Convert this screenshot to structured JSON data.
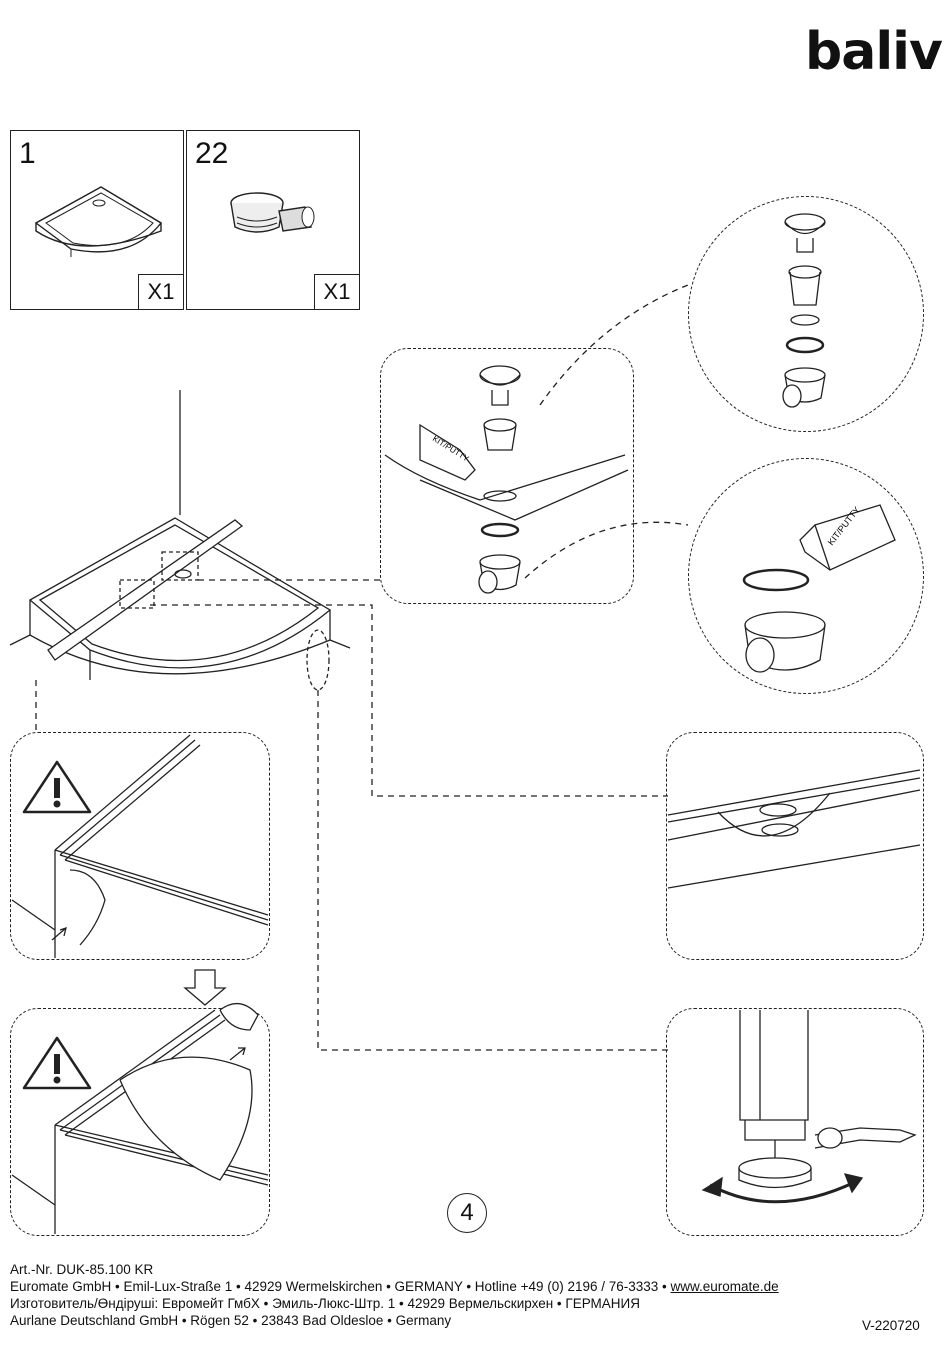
{
  "brand": {
    "logo": "baliv"
  },
  "parts": [
    {
      "number": "1",
      "quantity": "X1",
      "icon": "shower-tray-icon"
    },
    {
      "number": "22",
      "quantity": "X1",
      "icon": "drain-siphon-icon"
    }
  ],
  "labels": {
    "putty_left": "KIT/PUTTY",
    "putty_right": "KIT/PUTTY",
    "warning_icon": "warning-triangle-icon"
  },
  "page_number": "4",
  "footer": {
    "article": "Art.-Nr. DUK-85.100 KR",
    "company_line_prefix": "Euromate GmbH • Emil-Lux-Straße 1 • 42929 Wermelskirchen • GERMANY • Hotline +49 (0) 2196 / 76-3333 • ",
    "website": "www.euromate.de",
    "russian_line": "Изготовитель/Өндіруші: Евромейт ГмбХ • Эмиль-Люкс-Штр. 1 • 42929 Вермельскирхен • ГЕРМАНИЯ",
    "importer_line": "Aurlane Deutschland GmbH • Rögen 52 • 23843 Bad Oldesloe • Germany",
    "version": "V-220720"
  }
}
